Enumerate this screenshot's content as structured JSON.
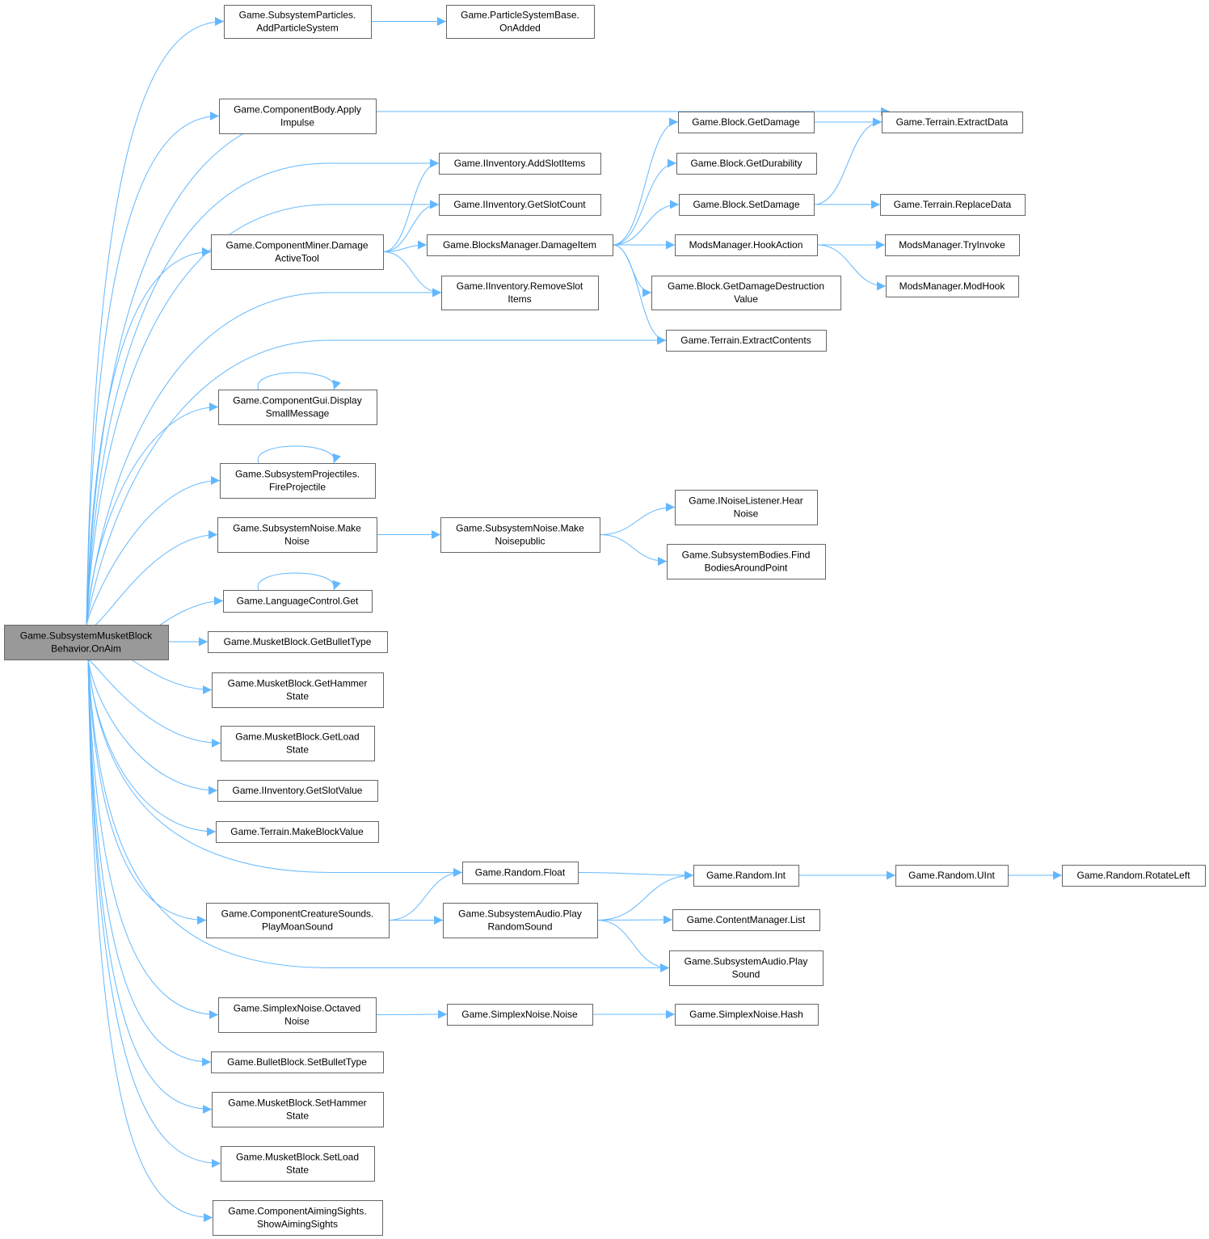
{
  "diagram": {
    "edge_color": "#63b8ff",
    "root_fill": "#999999",
    "nodes": {
      "root": [
        "Game.SubsystemMusketBlock",
        "Behavior.OnAim"
      ],
      "n1": [
        "Game.SubsystemParticles.",
        "AddParticleSystem"
      ],
      "n2": [
        "Game.ParticleSystemBase.",
        "OnAdded"
      ],
      "n3": [
        "Game.ComponentBody.Apply",
        "Impulse"
      ],
      "n4": [
        "Game.IInventory.AddSlotItems"
      ],
      "n5": [
        "Game.IInventory.GetSlotCount"
      ],
      "n6": [
        "Game.ComponentMiner.Damage",
        "ActiveTool"
      ],
      "n7": [
        "Game.BlocksManager.DamageItem"
      ],
      "n8": [
        "Game.IInventory.RemoveSlot",
        "Items"
      ],
      "n9": [
        "Game.Terrain.ExtractContents"
      ],
      "n10": [
        "Game.Block.GetDamage"
      ],
      "n11": [
        "Game.Block.GetDurability"
      ],
      "n12": [
        "Game.Block.SetDamage"
      ],
      "n13": [
        "ModsManager.HookAction"
      ],
      "n14": [
        "Game.Block.GetDamageDestruction",
        "Value"
      ],
      "n15": [
        "Game.Terrain.ExtractData"
      ],
      "n16": [
        "Game.Terrain.ReplaceData"
      ],
      "n17": [
        "ModsManager.TryInvoke"
      ],
      "n18": [
        "ModsManager.ModHook"
      ],
      "n19": [
        "Game.ComponentGui.Display",
        "SmallMessage"
      ],
      "n20": [
        "Game.SubsystemProjectiles.",
        "FireProjectile"
      ],
      "n21": [
        "Game.SubsystemNoise.Make",
        "Noise"
      ],
      "n22": [
        "Game.SubsystemNoise.Make",
        "Noisepublic"
      ],
      "n23": [
        "Game.INoiseListener.Hear",
        "Noise"
      ],
      "n24": [
        "Game.SubsystemBodies.Find",
        "BodiesAroundPoint"
      ],
      "n25": [
        "Game.LanguageControl.Get"
      ],
      "n26": [
        "Game.MusketBlock.GetBulletType"
      ],
      "n27": [
        "Game.MusketBlock.GetHammer",
        "State"
      ],
      "n28": [
        "Game.MusketBlock.GetLoad",
        "State"
      ],
      "n29": [
        "Game.IInventory.GetSlotValue"
      ],
      "n30": [
        "Game.Terrain.MakeBlockValue"
      ],
      "n31": [
        "Game.Random.Float"
      ],
      "n32": [
        "Game.Random.Int"
      ],
      "n33": [
        "Game.Random.UInt"
      ],
      "n34": [
        "Game.Random.RotateLeft"
      ],
      "n35": [
        "Game.ComponentCreatureSounds.",
        "PlayMoanSound"
      ],
      "n36": [
        "Game.SubsystemAudio.Play",
        "RandomSound"
      ],
      "n37": [
        "Game.ContentManager.List"
      ],
      "n38": [
        "Game.SubsystemAudio.Play",
        "Sound"
      ],
      "n39": [
        "Game.SimplexNoise.Octaved",
        "Noise"
      ],
      "n40": [
        "Game.SimplexNoise.Noise"
      ],
      "n41": [
        "Game.SimplexNoise.Hash"
      ],
      "n42": [
        "Game.BulletBlock.SetBulletType"
      ],
      "n43": [
        "Game.MusketBlock.SetHammer",
        "State"
      ],
      "n44": [
        "Game.MusketBlock.SetLoad",
        "State"
      ],
      "n45": [
        "Game.ComponentAimingSights.",
        "ShowAimingSights"
      ]
    },
    "edges": [
      [
        "root",
        "n1"
      ],
      [
        "root",
        "n15"
      ],
      [
        "root",
        "n3"
      ],
      [
        "root",
        "n4"
      ],
      [
        "root",
        "n5"
      ],
      [
        "root",
        "n6"
      ],
      [
        "root",
        "n8"
      ],
      [
        "root",
        "n9"
      ],
      [
        "root",
        "n19"
      ],
      [
        "root",
        "n20"
      ],
      [
        "root",
        "n21"
      ],
      [
        "root",
        "n25"
      ],
      [
        "root",
        "n26"
      ],
      [
        "root",
        "n27"
      ],
      [
        "root",
        "n28"
      ],
      [
        "root",
        "n29"
      ],
      [
        "root",
        "n30"
      ],
      [
        "root",
        "n31"
      ],
      [
        "root",
        "n35"
      ],
      [
        "root",
        "n38"
      ],
      [
        "root",
        "n39"
      ],
      [
        "root",
        "n42"
      ],
      [
        "root",
        "n43"
      ],
      [
        "root",
        "n44"
      ],
      [
        "root",
        "n45"
      ],
      [
        "n1",
        "n2"
      ],
      [
        "n6",
        "n4"
      ],
      [
        "n6",
        "n5"
      ],
      [
        "n6",
        "n7"
      ],
      [
        "n6",
        "n8"
      ],
      [
        "n7",
        "n10"
      ],
      [
        "n7",
        "n11"
      ],
      [
        "n7",
        "n12"
      ],
      [
        "n7",
        "n13"
      ],
      [
        "n7",
        "n14"
      ],
      [
        "n7",
        "n9"
      ],
      [
        "n10",
        "n15"
      ],
      [
        "n12",
        "n15"
      ],
      [
        "n12",
        "n16"
      ],
      [
        "n13",
        "n17"
      ],
      [
        "n13",
        "n18"
      ],
      [
        "n19",
        "n19"
      ],
      [
        "n20",
        "n20"
      ],
      [
        "n25",
        "n25"
      ],
      [
        "n21",
        "n22"
      ],
      [
        "n22",
        "n23"
      ],
      [
        "n22",
        "n24"
      ],
      [
        "n31",
        "n32"
      ],
      [
        "n32",
        "n33"
      ],
      [
        "n33",
        "n34"
      ],
      [
        "n35",
        "n31"
      ],
      [
        "n35",
        "n36"
      ],
      [
        "n36",
        "n32"
      ],
      [
        "n36",
        "n37"
      ],
      [
        "n36",
        "n38"
      ],
      [
        "n39",
        "n40"
      ],
      [
        "n40",
        "n41"
      ]
    ]
  }
}
